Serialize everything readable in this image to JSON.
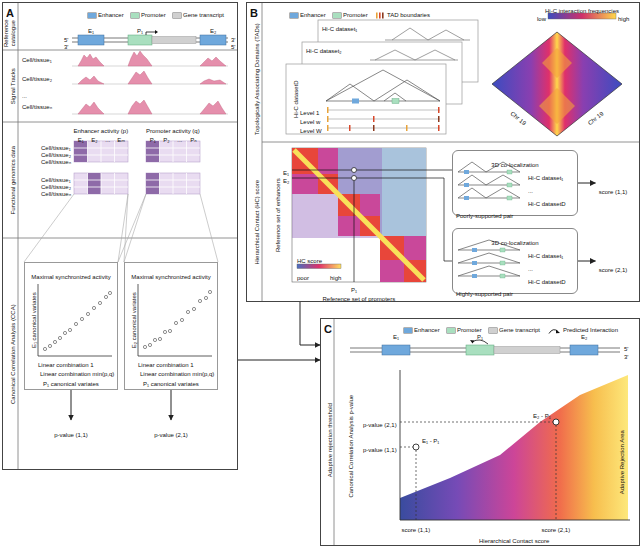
{
  "diagram": {
    "nodes": [
      {
        "text": [
          "A"
        ]
      },
      {
        "text": [
          "B"
        ]
      },
      {
        "text": [
          "C"
        ]
      },
      {
        "text": [
          "Maximal synchronized activity"
        ],
        "in": 0
      },
      {
        "text": [
          "Maximal synchronized activity"
        ],
        "in": 0
      },
      {
        "text": [
          "p-value (1,1)"
        ],
        "in": 0
      },
      {
        "text": [
          "p-value (2,1)"
        ],
        "in": 0
      },
      {
        "text": [
          "3D co-localization",
          "Hi-C dataset₁",
          "...",
          "Hi-C datasetD",
          "Poorly-supported pair"
        ],
        "in": 1
      },
      {
        "text": [
          "score (1,1)"
        ],
        "in": 1
      },
      {
        "text": [
          "3D co-localization",
          "Hi-C dataset₁",
          "...",
          "Hi-C datasetD",
          "Highly-supported pair"
        ],
        "in": 1
      },
      {
        "text": [
          "score (2,1)"
        ],
        "in": 1
      }
    ],
    "edges": [
      {
        "from": 3,
        "to": 5,
        "arrow": "to"
      },
      {
        "from": 4,
        "to": 6,
        "arrow": "to"
      },
      {
        "from": 7,
        "to": 8,
        "arrow": "to"
      },
      {
        "from": 9,
        "to": 10,
        "arrow": "to"
      },
      {
        "from": 0,
        "to": 2,
        "arrow": "to"
      },
      {
        "from": 1,
        "to": 2,
        "arrow": "to"
      }
    ],
    "labels": [
      "Reference catalogue",
      "Signal Tracks",
      "Functional genomics data",
      "Canonical Correlation Analysis (CCA)",
      "E₁",
      "P₁",
      "E₂",
      "5'",
      "3'",
      "3'",
      "5'",
      "Cell/tissue₁",
      "Cell/tissue₂",
      "...",
      "Cell/tissueₙ",
      "Enhancer activity (p)",
      "Promoter activity (q)",
      "E₁",
      "E₂",
      "...",
      "Eₘ",
      "P₁",
      "P₂",
      "...",
      "Pₙ",
      "Cell/tissue₁",
      "Cell/tissue₂",
      "Cell/tissueₙ",
      "Cell/tissue₁",
      "Cell/tissue₂",
      "Cell/tissueₙ",
      "E₁ canonical variates",
      "Linear combination 1",
      "Linear combination min(p,q)",
      "P₁ canonical variates",
      "E₂ canonical variates",
      "Linear combination 1",
      "Linear combination min(p,q)",
      "P₁ canonical variates",
      "Topologically Associating Domains (TADs)",
      "Hierarchical Contact (HC) score",
      "Hi-C dataset₁",
      "Hi-C dataset₂",
      "Hi-C datasetD",
      "Level 1",
      "Level w",
      "Level W",
      "Hi-C interaction frequencies",
      "low",
      "high",
      "Chr 19",
      "Chr 19",
      "E₁",
      "E₂",
      "P₁",
      "Reference set of enhancers",
      "Reference set of promoters",
      "HC score",
      "poor",
      "high",
      "Adaptive rejection threshold",
      "E₁",
      "P₁",
      "E₂",
      "5'",
      "3'",
      "Canonical Correlation Analysis p-value",
      "p-value (2,1)",
      "p-value (1,1)",
      "E₁ - P₁",
      "E₂ - P₁",
      "score (1,1)",
      "score (2,1)",
      "Hierarchical Contact score",
      "Adaptive Rejection Area"
    ],
    "legend": [
      {
        "text": "Enhancer",
        "color": "#6fa8dc"
      },
      {
        "text": "Promoter",
        "color": "#a9dfbf"
      },
      {
        "text": "Gene transcript",
        "color": "#d0d0d0"
      },
      {
        "text": "Enhancer",
        "color": "#6fa8dc"
      },
      {
        "text": "Promoter",
        "color": "#a9dfbf"
      },
      {
        "text": "TAD boundaries"
      },
      {
        "text": "Enhancer",
        "color": "#6fa8dc"
      },
      {
        "text": "Promoter",
        "color": "#a9dfbf"
      },
      {
        "text": "Gene transcript",
        "color": "#d0d0d0"
      },
      {
        "text": "Predicted Interaction"
      }
    ]
  }
}
